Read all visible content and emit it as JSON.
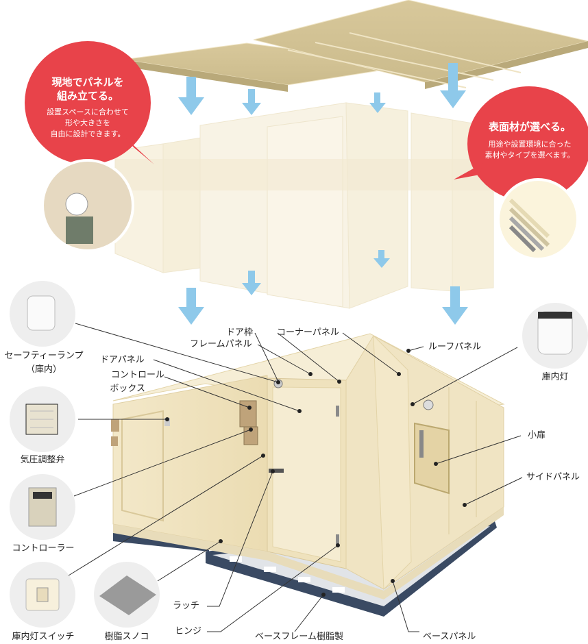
{
  "callouts": {
    "left": {
      "title_line1": "現地でパネルを",
      "title_line2": "組み立てる。",
      "body_line1": "設置スペースに合わせて",
      "body_line2": "形や大きさを",
      "body_line3": "自由に設計できます。",
      "color": "#e8434a"
    },
    "right": {
      "title": "表面材が選べる。",
      "body_line1": "用途や設置環境に合った",
      "body_line2": "素材やタイプを選べます。",
      "color": "#e8434a"
    }
  },
  "labels": {
    "safety_lamp_line1": "セーフティーランプ",
    "safety_lamp_line2": "（庫内）",
    "pressure_valve": "気圧調整弁",
    "controller": "コントローラー",
    "light_switch": "庫内灯スイッチ",
    "resin_duckboard": "樹脂スノコ",
    "door_frame": "ドア枠",
    "frame_panel": "フレームパネル",
    "door_panel": "ドアパネル",
    "control_box_line1": "コントロール",
    "control_box_line2": "ボックス",
    "corner_panel": "コーナーパネル",
    "roof_panel": "ルーフパネル",
    "interior_light": "庫内灯",
    "small_door": "小扉",
    "side_panel": "サイドパネル",
    "latch": "ラッチ",
    "hinge": "ヒンジ",
    "base_frame": "ベースフレーム樹脂製",
    "base_panel": "ベースパネル"
  },
  "colors": {
    "panel": "#f2e6c6",
    "panel_shade": "#e7d7ab",
    "roof_board": "#d9cba0",
    "arrow": "#8ec9ea",
    "frame": "#3a4a63",
    "leader": "#333333",
    "circle_bg": "#eeeeee"
  }
}
